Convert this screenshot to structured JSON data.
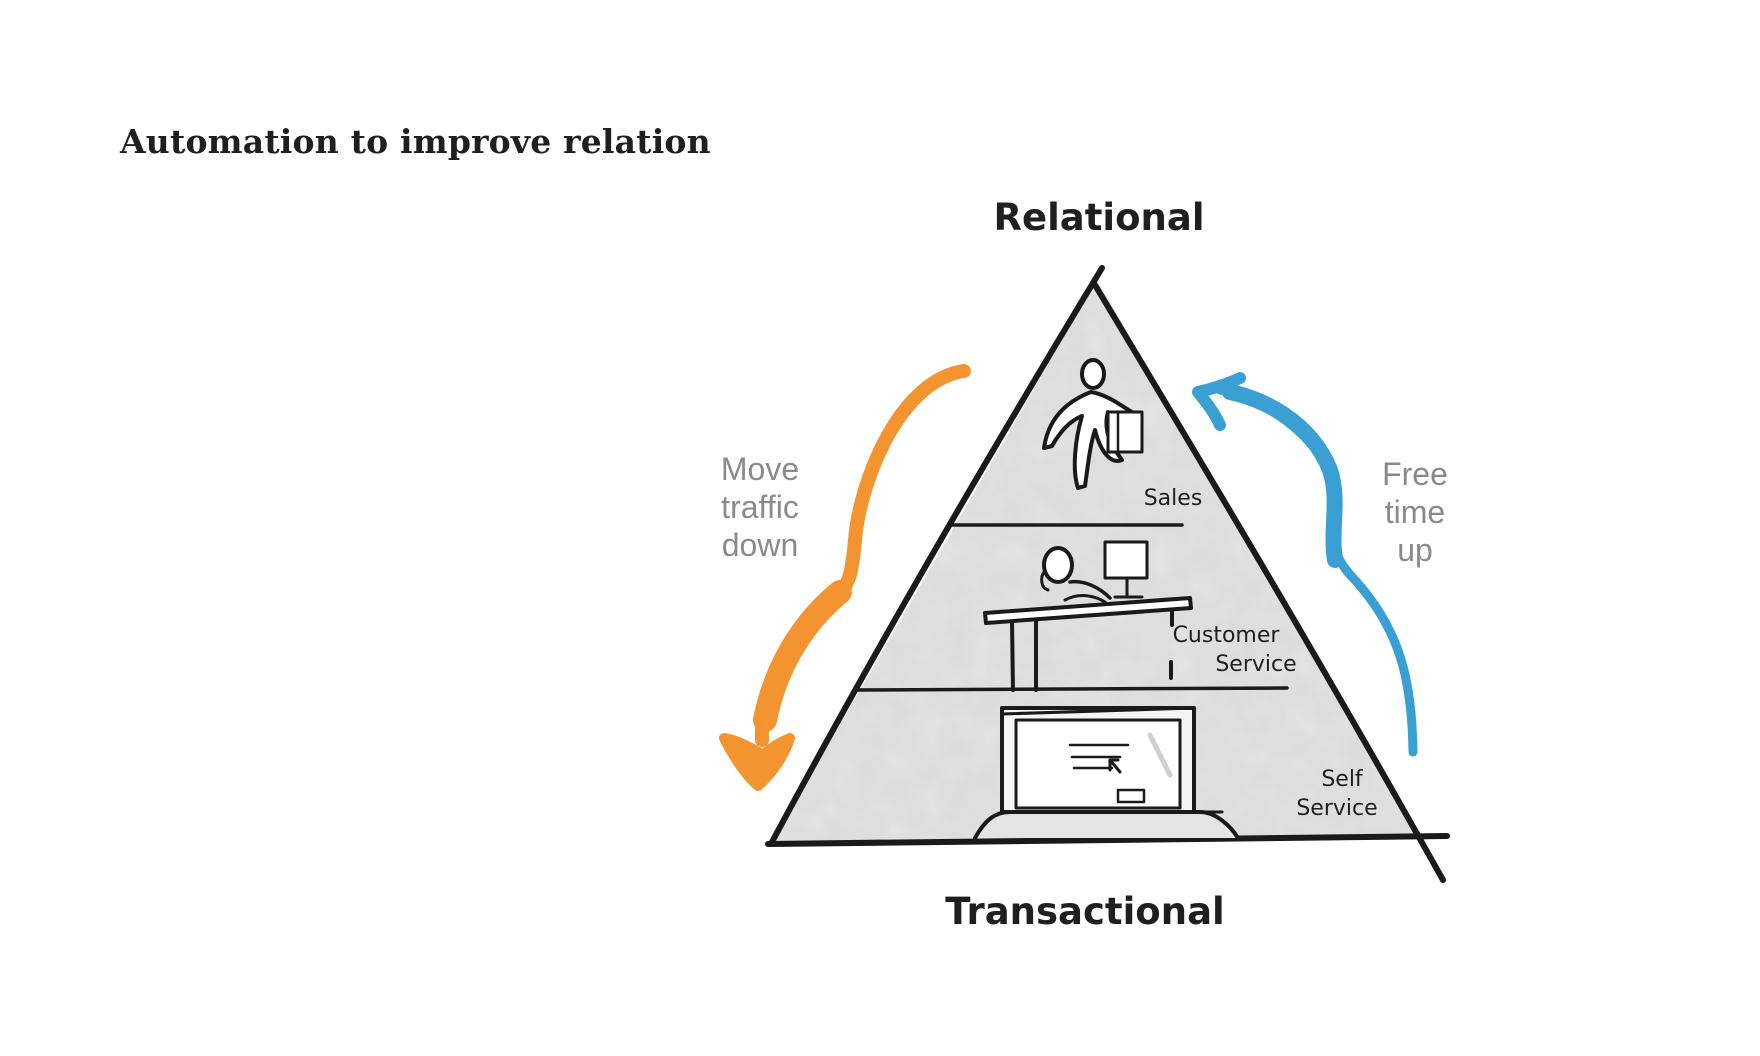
{
  "title": "Automation to improve relation",
  "diagram": {
    "top_label": "Relational",
    "bottom_label": "Transactional",
    "tiers": {
      "sales": "Sales",
      "customer_service_line1": "Customer",
      "customer_service_line2": "Service",
      "self_service_line1": "Self",
      "self_service_line2": "Service"
    },
    "left_arrow": {
      "line1": "Move",
      "line2": "traffic",
      "line3": "down",
      "color": "#f39431"
    },
    "right_arrow": {
      "line1": "Free",
      "line2": "time",
      "line3": "up",
      "color": "#3aa0d4"
    },
    "pyramid_fill": "#e4e4e4",
    "ink_color": "#1a1a1a"
  }
}
